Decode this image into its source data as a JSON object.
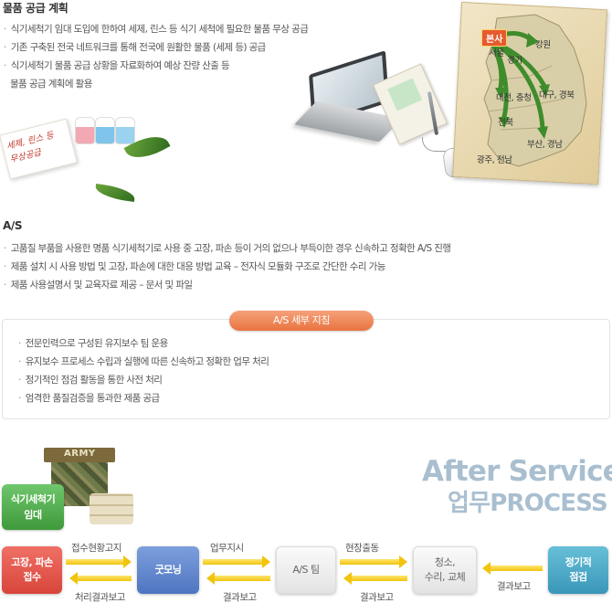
{
  "supply": {
    "title": "물품 공급 계획",
    "items": [
      "식기세척기 임대 도입에 한하여 세제, 린스 등 식기 세척에 필요한 물품 무상 공급",
      "기존 구축된 전국 네트워크를 통해 전국에 원활한 물품 (세제 등) 공급",
      "식기세척기  물품 공급 상황을 자료화하여 예상 잔량 산출 등",
      "물품 공급 계획에 활용"
    ],
    "note_line1": "세제, 린스 등",
    "note_line2": "무상공급"
  },
  "map": {
    "hq": "본사",
    "labels": {
      "seoul": "서울",
      "gyeonggi": "경기",
      "gangwon": "강원",
      "daejeon": "대전, 충청",
      "daegu": "대구, 경북",
      "jeonbuk": "전북",
      "busan": "부산, 경남",
      "gwangju": "광주, 전남"
    }
  },
  "as": {
    "title": "A/S",
    "items": [
      "고품질 부품을 사용한 명품 식기세척기로 사용 중 고장, 파손 등이 거의 없으나 부득이한 경우 신속하고 정확한 A/S 진행",
      "제품 설치 시 사용 방법 및 고장, 파손에 대한 대응 방법 교육 – 전자식 모듈화 구조로 간단한 수리 가능",
      "제품 사용설명서 및 교육자료 제공 – 문서 및 파일"
    ],
    "detail_title": "A/S 세부 지침",
    "detail_items": [
      "전문인력으로 구성된 유지보수 팀 운용",
      "유지보수 프로세스 수립과 실행에 따른 신속하고 정확한 업무 처리",
      "정기적인 점검 활동을 통한 사전 처리",
      "엄격한 품질검증을 통과한 제품 공급"
    ]
  },
  "process": {
    "title_en": "After Service",
    "title_kr": "업무PROCESS",
    "army_label": "ARMY",
    "rental_line1": "식기세척기",
    "rental_line2": "임대",
    "nodes": {
      "report_line1": "고장, 파손",
      "report_line2": "접수",
      "goodmorning": "굿모닝",
      "as_team": "A/S 팀",
      "repair_line1": "청소,",
      "repair_line2": "수리, 교체",
      "inspect_line1": "정기적",
      "inspect_line2": "점검"
    },
    "arrows": {
      "status_report": "접수현황고지",
      "result_report": "처리결과보고",
      "work_order": "업무지시",
      "result1": "결과보고",
      "dispatch": "현장출동",
      "result2": "결과보고",
      "result3": "결과보고"
    }
  },
  "colors": {
    "hq": "#e65a2e",
    "pill": "#e8733f",
    "arrow": "#f1c40f",
    "title": "#a9bfd0"
  }
}
